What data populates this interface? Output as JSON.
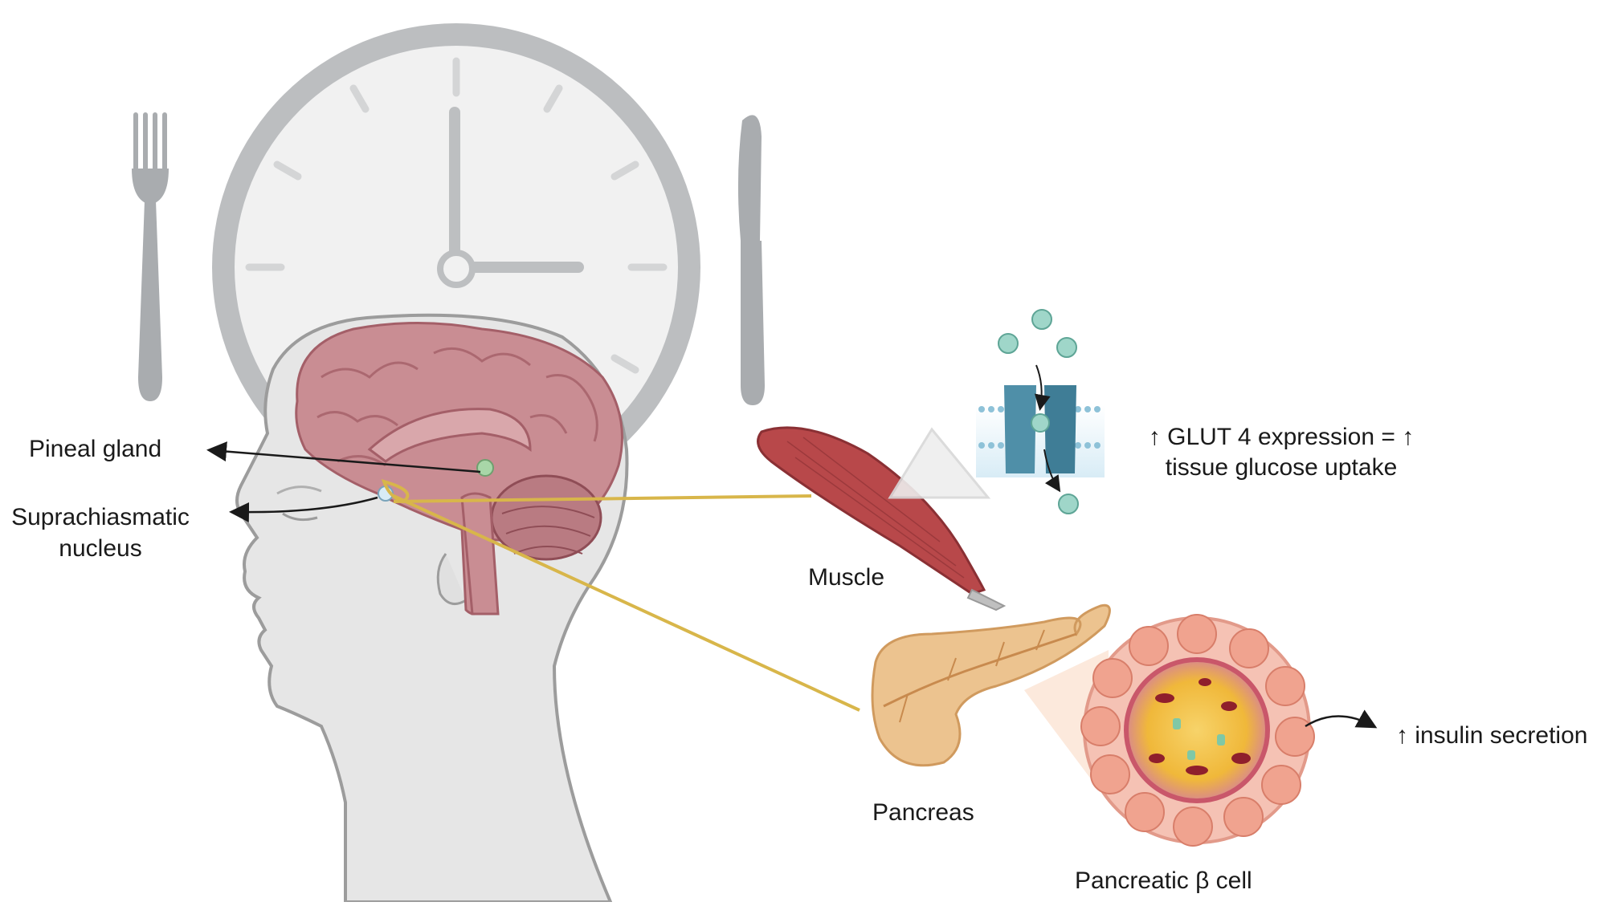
{
  "labels": {
    "pineal_gland": "Pineal gland",
    "scn_line1": "Suprachiasmatic",
    "scn_line2": "nucleus",
    "muscle": "Muscle",
    "glut_line1": "↑ GLUT 4 expression = ↑",
    "glut_line2": "tissue glucose uptake",
    "pancreas": "Pancreas",
    "beta_cell": "Pancreatic β cell",
    "insulin": "↑ insulin secretion"
  },
  "colors": {
    "clock_ring": "#b9bbbd",
    "clock_face": "#f1f1f1",
    "clock_hands": "#bdbfc1",
    "cutlery": "#a9acaf",
    "head_skin": "#e6e6e6",
    "head_outline": "#9c9c9c",
    "brain": "#c98d93",
    "brain_dark": "#a45f68",
    "nerve": "#d8b64a",
    "muscle": "#b8484a",
    "transporter": "#4f8fa8",
    "glucose": "#9fd6c9",
    "pancreas": "#ecc38f",
    "islet_outer": "#f2b2a5",
    "islet_core": "#f5c542",
    "arrow": "#1a1a1a"
  },
  "icons": [
    "clock-icon",
    "fork-icon",
    "knife-icon",
    "brain-icon",
    "muscle-icon",
    "glut4-transporter-icon",
    "glucose-icon",
    "pancreas-icon",
    "pancreatic-islet-icon"
  ]
}
